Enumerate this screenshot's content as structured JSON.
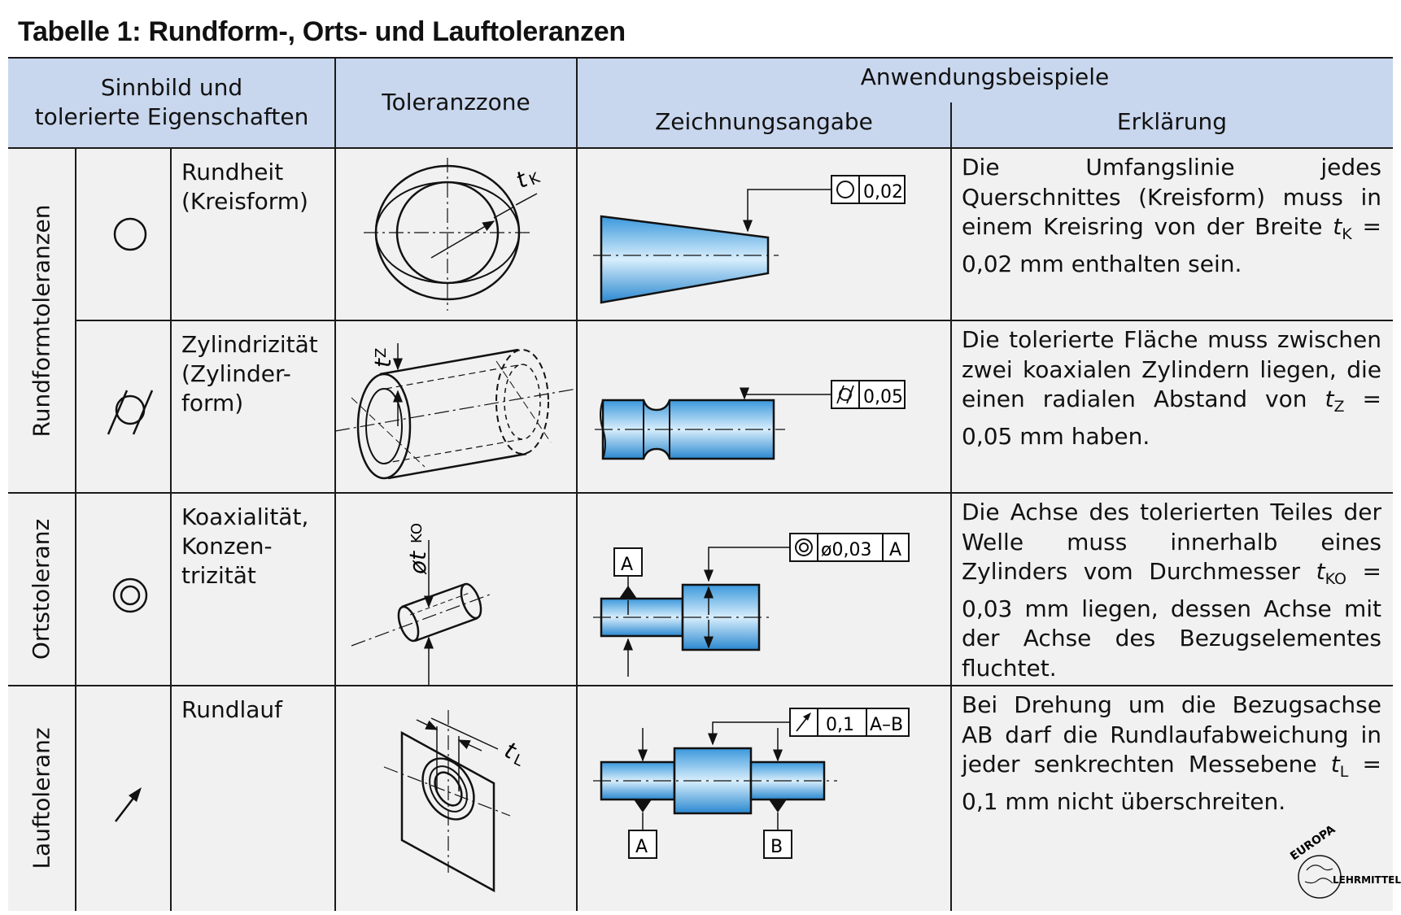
{
  "title": "Tabelle 1:  Rundform-, Orts- und Lauftoleranzen",
  "header": {
    "col1_line1": "Sinnbild und",
    "col1_line2": "tolerierte Eigenschaften",
    "col2": "Toleranzzone",
    "col3_group": "Anwendungsbeispiele",
    "col3a": "Zeichnungsangabe",
    "col3b": "Erklärung"
  },
  "groups": {
    "rundform": "Rundformtoleranzen",
    "orts": "Ortstoleranz",
    "lauf": "Lauftoleranz"
  },
  "rows": [
    {
      "symbol": "circle-symbol-icon",
      "property": "Rundheit\n(Kreisform)",
      "zone_label": "t",
      "zone_sub": "K",
      "frame_value": "0,02",
      "expl_pre": "Die Umfangslinie jedes Querschnittes (Kreisform) muss in einem Kreisring von der Breite ",
      "expl_var": "t",
      "expl_sub": "K",
      "expl_post": " = 0,02 mm enthalten sein."
    },
    {
      "symbol": "cylindricity-symbol-icon",
      "property": "Zylindrizität\n(Zylinder-\nform)",
      "zone_label": "t",
      "zone_sub": "Z",
      "frame_value": "0,05",
      "expl_pre": "Die tolerierte Fläche muss zwischen zwei koaxialen Zylindern liegen, die einen radialen Abstand von ",
      "expl_var": "t",
      "expl_sub": "Z",
      "expl_post": " = 0,05 mm haben."
    },
    {
      "symbol": "concentricity-symbol-icon",
      "property": "Koaxialität,\nKonzen-\ntrizität",
      "zone_label": "øt",
      "zone_sub": "KO",
      "frame_value": "ø0,03",
      "frame_datum": "A",
      "datum_label": "A",
      "expl_pre": "Die Achse des tolerierten Teiles der Welle muss innerhalb eines Zylinders vom Durchmesser ",
      "expl_var": "t",
      "expl_sub": "KO",
      "expl_post": " = 0,03 mm liegen, dessen Achse mit der Achse des Bezugselementes fluchtet."
    },
    {
      "symbol": "runout-symbol-icon",
      "property": "Rundlauf",
      "zone_label": "t",
      "zone_sub": "L",
      "frame_value": "0,1",
      "frame_datum": "A–B",
      "datum_a": "A",
      "datum_b": "B",
      "expl_pre": "Bei Drehung um die Bezugsachse AB darf die Rundlaufabweichung in jeder senkrechten Messebene ",
      "expl_var": "t",
      "expl_sub": "L",
      "expl_post": " = 0,1 mm nicht überschreiten."
    }
  ],
  "logo": {
    "top": "EUROPA",
    "bottom": "LEHRMITTEL"
  },
  "colors": {
    "header_bg": "#c9d7ee",
    "row_bg": "#f1f1f1",
    "part_blue_dark": "#2f8fd6",
    "part_blue_light": "#cfe9fb"
  }
}
